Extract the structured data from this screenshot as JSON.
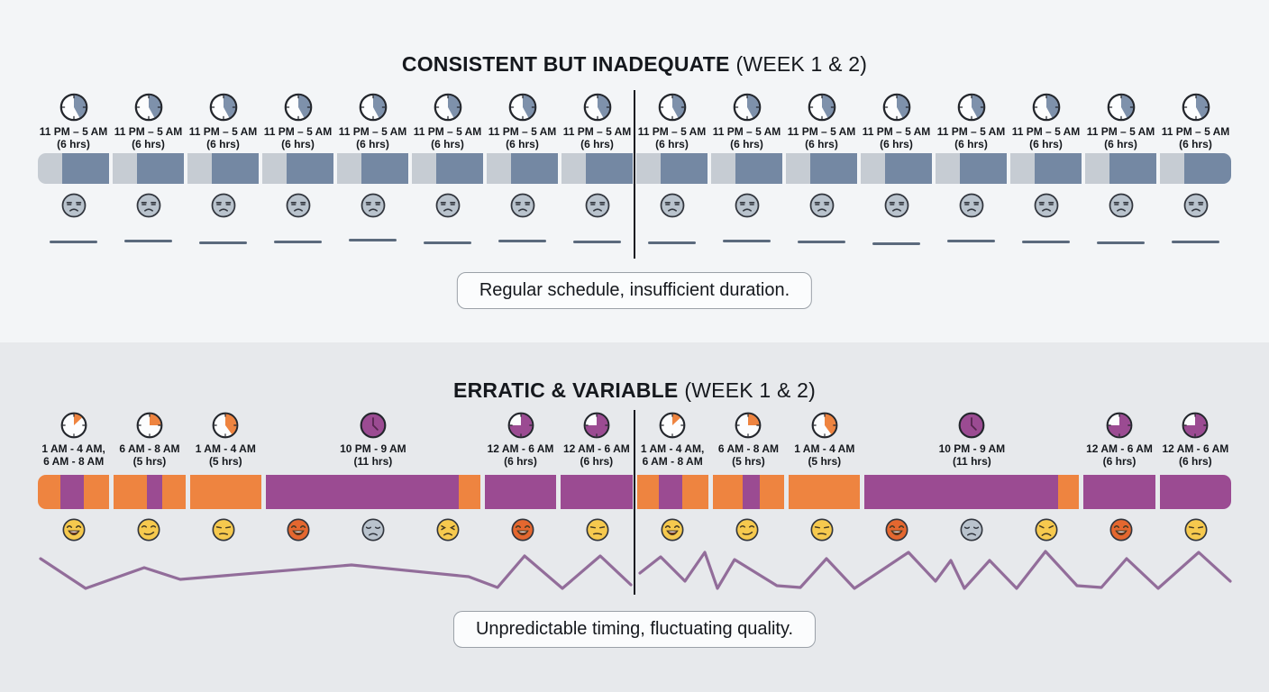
{
  "top": {
    "title_strong": "CONSISTENT BUT INADEQUATE",
    "title_normal": "(WEEK 1 & 2)",
    "caption": "Regular schedule, insufficient duration.",
    "columns": [
      {
        "time": "11 PM – 5 AM",
        "hours": "(6 hrs)"
      },
      {
        "time": "11 PM – 5 AM",
        "hours": "(6 hrs)"
      },
      {
        "time": "11 PM – 5 AM",
        "hours": "(6 hrs)"
      },
      {
        "time": "11 PM – 5 AM",
        "hours": "(6 hrs)"
      },
      {
        "time": "11 PM – 5 AM",
        "hours": "(6 hrs)"
      },
      {
        "time": "11 PM – 5 AM",
        "hours": "(6 hrs)"
      },
      {
        "time": "11 PM – 5 AM",
        "hours": "(6 hrs)"
      },
      {
        "time": "11 PM – 5 AM",
        "hours": "(6 hrs)"
      },
      {
        "time": "11 PM – 5 AM",
        "hours": "(6 hrs)"
      },
      {
        "time": "11 PM – 5 AM",
        "hours": "(6 hrs)"
      },
      {
        "time": "11 PM – 5 AM",
        "hours": "(6 hrs)"
      },
      {
        "time": "11 PM – 5 AM",
        "hours": "(6 hrs)"
      },
      {
        "time": "11 PM – 5 AM",
        "hours": "(6 hrs)"
      },
      {
        "time": "11 PM – 5 AM",
        "hours": "(6 hrs)"
      },
      {
        "time": "11 PM – 5 AM",
        "hours": "(6 hrs)"
      },
      {
        "time": "11 PM – 5 AM",
        "hours": "(6 hrs)"
      }
    ],
    "clock_type": "slate-wedge",
    "bar_pattern": [
      {
        "color": "lgray",
        "w": 0.34
      },
      {
        "color": "slate",
        "w": 0.66
      }
    ],
    "moods": [
      "tired",
      "tired",
      "tired",
      "tired",
      "tired",
      "tired",
      "tired",
      "tired",
      "tired",
      "tired",
      "tired",
      "tired",
      "tired",
      "tired",
      "tired",
      "tired"
    ]
  },
  "bottom": {
    "title_strong": "ERRATIC & VARIABLE",
    "title_normal": "(WEEK 1 & 2)",
    "caption": "Unpredictable timing, fluctuating quality.",
    "groups": [
      {
        "time_line1": "1 AM - 4 AM,",
        "time_line2": "6 AM - 8 AM",
        "clock": "orange-sliver",
        "units": 1,
        "segments": [
          {
            "color": "orange",
            "w": 0.31
          },
          {
            "color": "purple",
            "w": 0.33
          },
          {
            "color": "orange",
            "w": 0.36
          }
        ]
      },
      {
        "time_line1": "6 AM - 8 AM",
        "time_line2": "(5 hrs)",
        "clock": "orange-quarter",
        "units": 1,
        "segments": [
          {
            "color": "orange",
            "w": 0.46
          },
          {
            "color": "purple",
            "w": 0.22
          },
          {
            "color": "orange",
            "w": 0.32
          }
        ]
      },
      {
        "time_line1": "1 AM - 4 AM",
        "time_line2": "(5 hrs)",
        "clock": "orange-wedge",
        "units": 1,
        "segments": [
          {
            "color": "orange",
            "w": 1
          }
        ]
      },
      {
        "time_line1": "10 PM - 9 AM",
        "time_line2": "(11 hrs)",
        "clock": "purple-full",
        "units": 3,
        "segments": [
          {
            "color": "purple",
            "w": 0.9
          },
          {
            "color": "orange",
            "w": 0.1
          }
        ]
      },
      {
        "time_line1": "12 AM - 6 AM",
        "time_line2": "(6 hrs)",
        "clock": "purple-notch",
        "units": 1,
        "segments": [
          {
            "color": "purple",
            "w": 1
          }
        ]
      },
      {
        "time_line1": "12 AM - 6 AM",
        "time_line2": "(6 hrs)",
        "clock": "purple-notch",
        "units": 1,
        "segments": [
          {
            "color": "purple",
            "w": 1
          }
        ]
      },
      {
        "time_line1": "1 AM - 4 AM,",
        "time_line2": "6 AM - 8 AM",
        "clock": "orange-sliver",
        "units": 1,
        "segments": [
          {
            "color": "orange",
            "w": 0.31
          },
          {
            "color": "purple",
            "w": 0.33
          },
          {
            "color": "orange",
            "w": 0.36
          }
        ]
      },
      {
        "time_line1": "6 AM - 8 AM",
        "time_line2": "(5 hrs)",
        "clock": "orange-quarter",
        "units": 1,
        "segments": [
          {
            "color": "orange",
            "w": 0.42
          },
          {
            "color": "purple",
            "w": 0.24
          },
          {
            "color": "orange",
            "w": 0.34
          }
        ]
      },
      {
        "time_line1": "1 AM - 4 AM",
        "time_line2": "(5 hrs)",
        "clock": "orange-wedge",
        "units": 1,
        "segments": [
          {
            "color": "orange",
            "w": 1
          }
        ]
      },
      {
        "time_line1": "10 PM - 9 AM",
        "time_line2": "(11 hrs)",
        "clock": "purple-full",
        "units": 3,
        "segments": [
          {
            "color": "purple",
            "w": 0.9
          },
          {
            "color": "orange",
            "w": 0.1
          }
        ]
      },
      {
        "time_line1": "12 AM - 6 AM",
        "time_line2": "(6 hrs)",
        "clock": "purple-notch",
        "units": 1,
        "segments": [
          {
            "color": "purple",
            "w": 1
          }
        ]
      },
      {
        "time_line1": "12 AM - 6 AM",
        "time_line2": "(6 hrs)",
        "clock": "purple-notch",
        "units": 1,
        "segments": [
          {
            "color": "purple",
            "w": 1
          }
        ]
      }
    ],
    "emojis": [
      "laugh",
      "smirk",
      "unamused",
      "laugh-hot",
      "sad",
      "weary",
      "laugh-hot",
      "unamused",
      "laugh",
      "smirk",
      "unamused",
      "laugh-hot",
      "sad",
      "frown",
      "laugh-hot",
      "unamused"
    ],
    "quality_lines": {
      "left_points": [
        [
          45,
          620
        ],
        [
          95,
          653
        ],
        [
          160,
          630
        ],
        [
          200,
          643
        ],
        [
          390,
          627
        ],
        [
          520,
          640
        ],
        [
          552,
          652
        ],
        [
          582,
          617
        ],
        [
          624,
          653
        ],
        [
          666,
          617
        ],
        [
          700,
          649
        ]
      ],
      "right_points": [
        [
          710,
          636
        ],
        [
          733,
          618
        ],
        [
          760,
          645
        ],
        [
          782,
          613
        ],
        [
          796,
          653
        ],
        [
          815,
          621
        ],
        [
          862,
          650
        ],
        [
          888,
          652
        ],
        [
          917,
          620
        ],
        [
          948,
          653
        ],
        [
          1008,
          613
        ],
        [
          1038,
          645
        ],
        [
          1055,
          622
        ],
        [
          1070,
          653
        ],
        [
          1098,
          622
        ],
        [
          1128,
          653
        ],
        [
          1160,
          612
        ],
        [
          1195,
          650
        ],
        [
          1222,
          652
        ],
        [
          1250,
          620
        ],
        [
          1285,
          653
        ],
        [
          1330,
          613
        ],
        [
          1365,
          645
        ]
      ]
    }
  },
  "colors": {
    "background_top": "#f3f5f7",
    "background_bottom": "#e7e9ec",
    "slate_bar": "#7488a3",
    "light_gray_bar": "#c6ccd3",
    "clock_slate": "#7e91ab",
    "orange": "#ee8440",
    "purple": "#9b4b92",
    "face_gray": "#b9c3cd",
    "face_yellow": "#f6c94e",
    "face_orange": "#e4672f",
    "flat_line": "#5b6a7d",
    "zigzag": "#8b6292",
    "divider": "#181b21",
    "caption_bg": "#fbfcfd",
    "caption_border": "#9ba1a8",
    "text": "#15181d"
  }
}
